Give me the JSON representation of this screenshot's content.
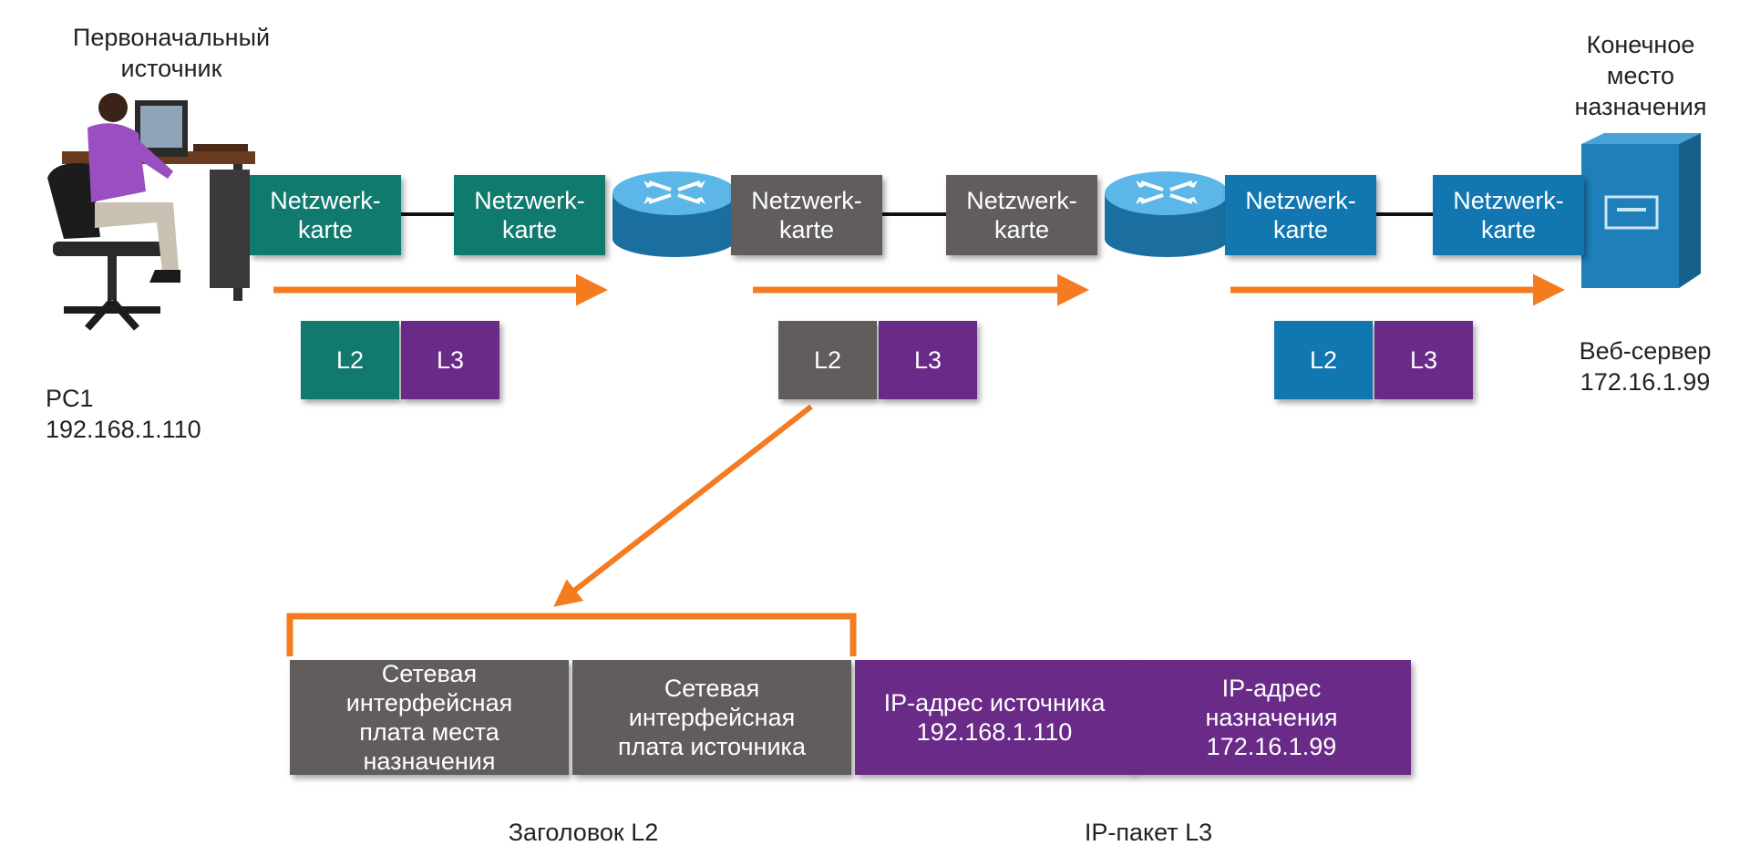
{
  "labels": {
    "source_title": "Первоначальный\nисточник",
    "dest_title": "Конечное\nместо\nназначения",
    "pc_name": "PC1",
    "pc_ip": "192.168.1.110",
    "server_name": "Веб-сервер",
    "server_ip": "172.16.1.99"
  },
  "nics": [
    {
      "label": "Netzwerk-\nkarte",
      "color": "#117a6e"
    },
    {
      "label": "Netzwerk-\nkarte",
      "color": "#117a6e"
    },
    {
      "label": "Netzwerk-\nkarte",
      "color": "#615d5d"
    },
    {
      "label": "Netzwerk-\nkarte",
      "color": "#615d5d"
    },
    {
      "label": "Netzwerk-\nkarte",
      "color": "#1277b0"
    },
    {
      "label": "Netzwerk-\nkarte",
      "color": "#1277b0"
    }
  ],
  "frames": [
    {
      "l2": "L2",
      "l3": "L3",
      "l2_color": "#117a6e"
    },
    {
      "l2": "L2",
      "l3": "L3",
      "l2_color": "#615d5d"
    },
    {
      "l2": "L2",
      "l3": "L3",
      "l2_color": "#1277b0"
    }
  ],
  "frame_detail": {
    "fields": [
      {
        "text": "Сетевая\nинтерфейсная\nплата места\nназначения",
        "color": "#615d5d"
      },
      {
        "text": "Сетевая\nинтерфейсная\nплата источника",
        "color": "#615d5d"
      },
      {
        "text": "IP-адрес источника\n192.168.1.110",
        "color": "#6a2b88"
      },
      {
        "text": "IP-адрес\nназначения\n172.16.1.99",
        "color": "#6a2b88"
      }
    ],
    "l2_header_label": "Заголовок L2",
    "l3_packet_label": "IP-пакет L3"
  },
  "colors": {
    "arrow": "#f47b20",
    "l3": "#6a2b88",
    "router_body": "#1a6fa0",
    "router_top": "#5cb7e8",
    "server": "#1f7fb8"
  },
  "icons": {
    "pc": "person-at-computer-icon",
    "router": "router-icon",
    "server": "server-icon"
  }
}
